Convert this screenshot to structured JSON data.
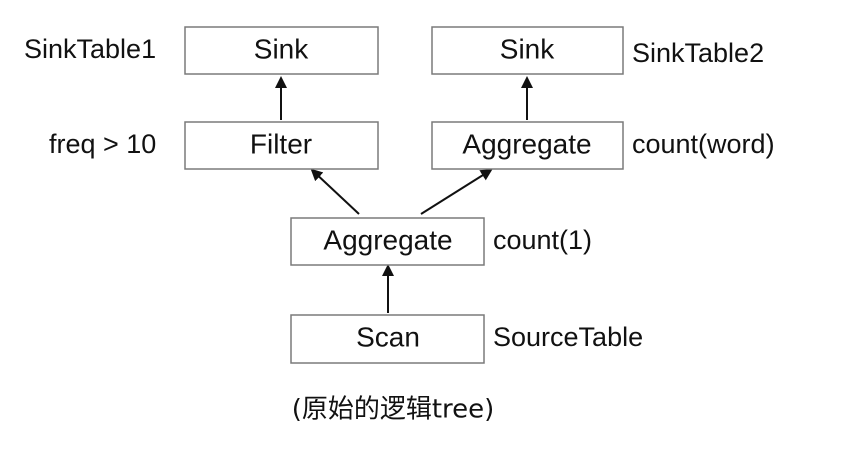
{
  "nodes": {
    "sink1": {
      "label": "Sink",
      "annotation": "SinkTable1"
    },
    "sink2": {
      "label": "Sink",
      "annotation": "SinkTable2"
    },
    "filter": {
      "label": "Filter",
      "annotation": "freq > 10"
    },
    "aggregate_top": {
      "label": "Aggregate",
      "annotation": "count(word)"
    },
    "aggregate_mid": {
      "label": "Aggregate",
      "annotation": "count(1)"
    },
    "scan": {
      "label": "Scan",
      "annotation": "SourceTable"
    }
  },
  "caption": "(原始的逻辑tree)",
  "colors": {
    "box_border": "#7a7a7a",
    "arrow": "#111111",
    "text": "#111111"
  }
}
